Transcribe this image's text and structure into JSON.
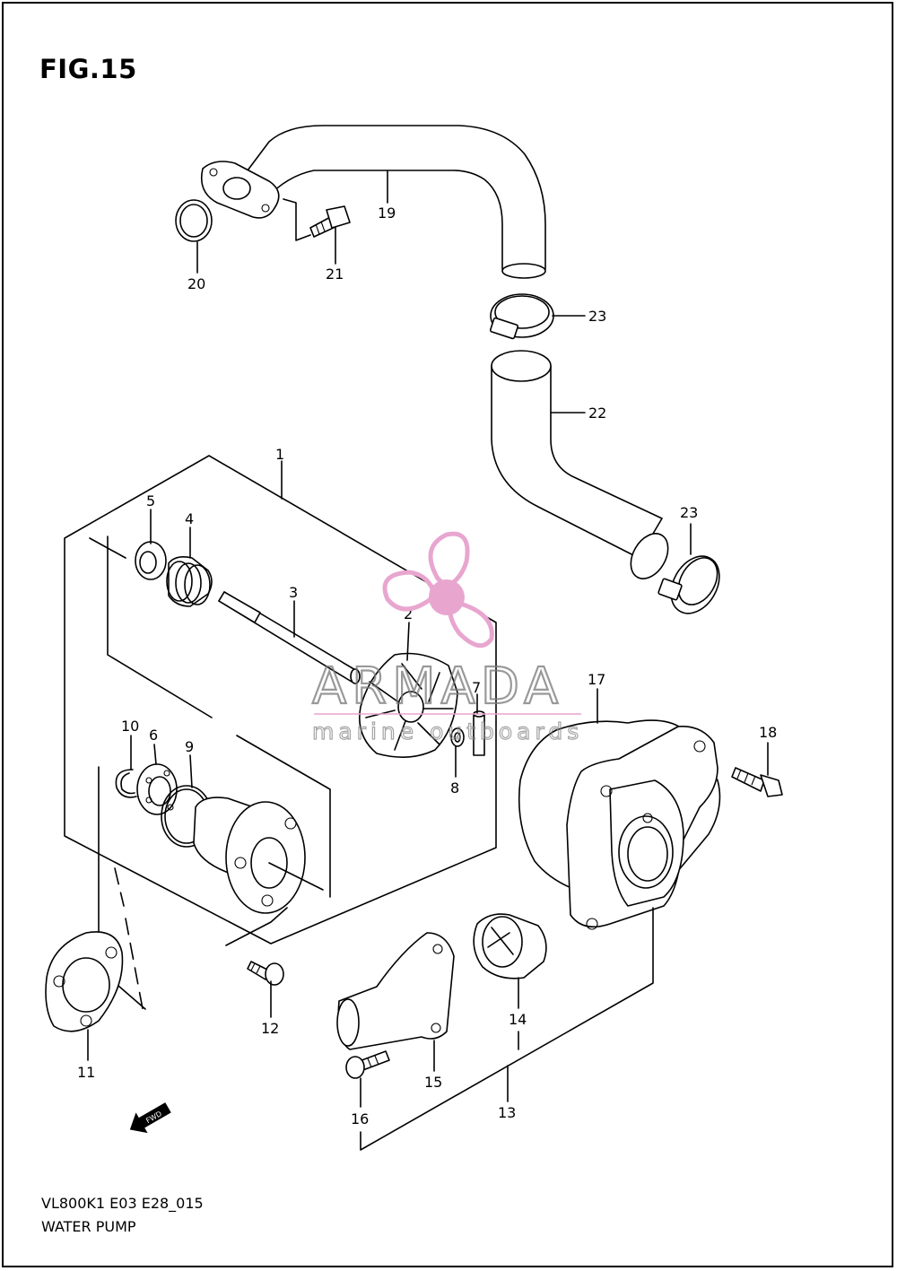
{
  "figure": {
    "title": "FIG.15",
    "code": "VL800K1 E03 E28_015",
    "name": "WATER PUMP"
  },
  "watermark": {
    "brand": "ARMADA",
    "tagline": "marine outboards",
    "logo_color": "#e8a6cf",
    "text_color": "#808080"
  },
  "fwd_badge": "FWD",
  "callouts": [
    {
      "id": "c1",
      "label": "1"
    },
    {
      "id": "c2",
      "label": "2"
    },
    {
      "id": "c3",
      "label": "3"
    },
    {
      "id": "c4",
      "label": "4"
    },
    {
      "id": "c5",
      "label": "5"
    },
    {
      "id": "c6",
      "label": "6"
    },
    {
      "id": "c7",
      "label": "7"
    },
    {
      "id": "c8",
      "label": "8"
    },
    {
      "id": "c9",
      "label": "9"
    },
    {
      "id": "c10",
      "label": "10"
    },
    {
      "id": "c11",
      "label": "11"
    },
    {
      "id": "c12",
      "label": "12"
    },
    {
      "id": "c13",
      "label": "13"
    },
    {
      "id": "c14",
      "label": "14"
    },
    {
      "id": "c15",
      "label": "15"
    },
    {
      "id": "c16",
      "label": "16"
    },
    {
      "id": "c17",
      "label": "17"
    },
    {
      "id": "c18",
      "label": "18"
    },
    {
      "id": "c19",
      "label": "19"
    },
    {
      "id": "c20",
      "label": "20"
    },
    {
      "id": "c21",
      "label": "21"
    },
    {
      "id": "c22",
      "label": "22"
    },
    {
      "id": "c23a",
      "label": "23"
    },
    {
      "id": "c23b",
      "label": "23"
    }
  ]
}
